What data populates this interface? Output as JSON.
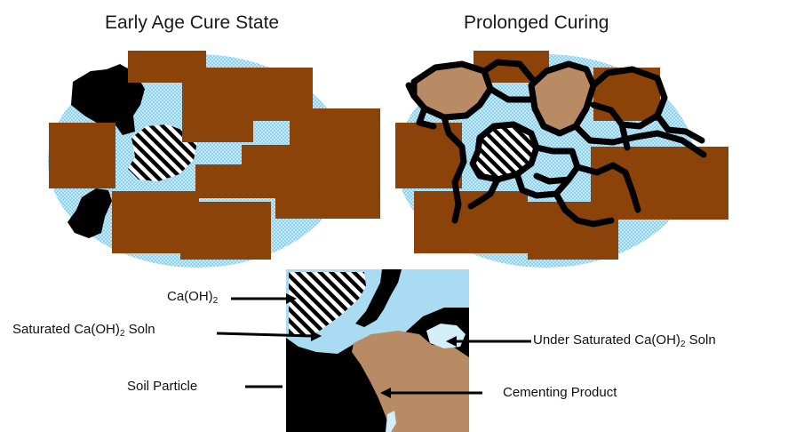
{
  "panels": {
    "left_title": "Early Age Cure State",
    "right_title": "Prolonged Curing"
  },
  "legend": {
    "caoh2": {
      "main": "Ca(OH)",
      "sub": "2"
    },
    "saturated": {
      "pre": "Saturated Ca(OH)",
      "sub": "2",
      "post": " Soln"
    },
    "under_saturated": {
      "pre": "Under Saturated Ca(OH)",
      "sub": "2",
      "post": " Soln"
    },
    "soil_particle": "Soil Particle",
    "cementing_product": "Cementing Product"
  },
  "colors": {
    "water": "#a9dcf2",
    "soil": "#8b430a",
    "cement": "#b98b64",
    "black": "#000000",
    "hatch": "#ffffff"
  }
}
